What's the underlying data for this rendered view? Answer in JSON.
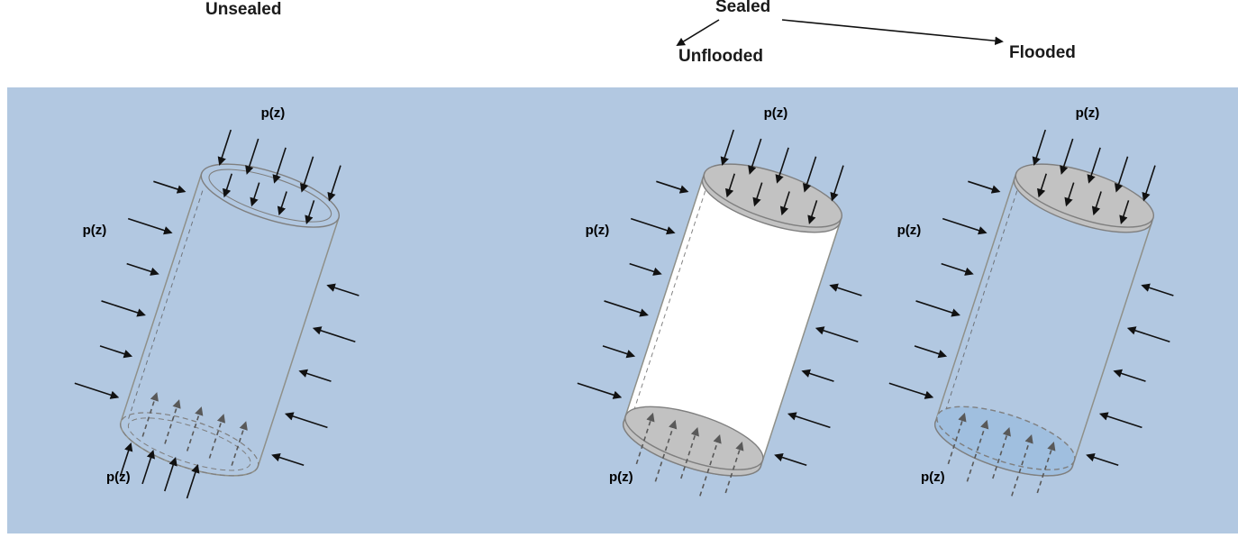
{
  "figure": {
    "header": {
      "unsealed": "Unsealed",
      "sealed": "Sealed",
      "unflooded": "Unflooded",
      "flooded": "Flooded"
    },
    "pressure_label": "p(z)",
    "panels": [
      {
        "name": "unsealed",
        "condition": "Unsealed",
        "top_cap": "open",
        "bottom_cap": "open",
        "interior": "water"
      },
      {
        "name": "sealed-unflooded",
        "condition": "Sealed - Unflooded",
        "top_cap": "plugged",
        "bottom_cap": "plugged",
        "interior": "air"
      },
      {
        "name": "sealed-flooded",
        "condition": "Sealed - Flooded",
        "top_cap": "plugged",
        "bottom_cap": "plugged",
        "interior": "water"
      }
    ],
    "colors": {
      "background": "#b2c8e1",
      "cap": "#c2c2c2",
      "cap_stroke": "#7f7f7f",
      "body_stroke": "#8f9089",
      "white_body": "#ffffff",
      "flooded_fill": "#a0bfdf",
      "arrow": "#111111",
      "dashed_arrow": "#595959"
    }
  }
}
